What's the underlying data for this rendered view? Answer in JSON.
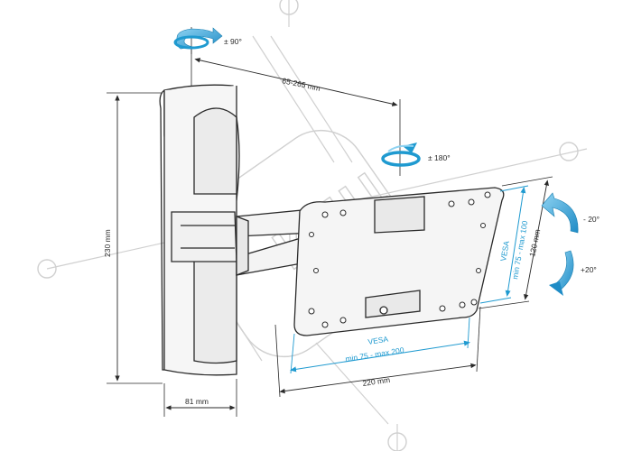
{
  "watermark": {
    "text": "КИЦ"
  },
  "rotation": {
    "pan_top": "± 90°",
    "pan_middle": "± 180°",
    "tilt_up": "- 20°",
    "tilt_down": "+20°"
  },
  "dimensions": {
    "arm_reach": "65-265 mm",
    "height": "230 mm",
    "width_base": "81 mm",
    "plate_width": "220 mm",
    "plate_height": "120 mm",
    "vesa_h_title": "VESA",
    "vesa_h_range": "min 75 - max 200",
    "vesa_v_title": "VESA",
    "vesa_v_range": "min 75 - max 100"
  },
  "colors": {
    "accent": "#1f9ad0",
    "line": "#2a2a2a",
    "watermark": "#d0d0d0"
  }
}
